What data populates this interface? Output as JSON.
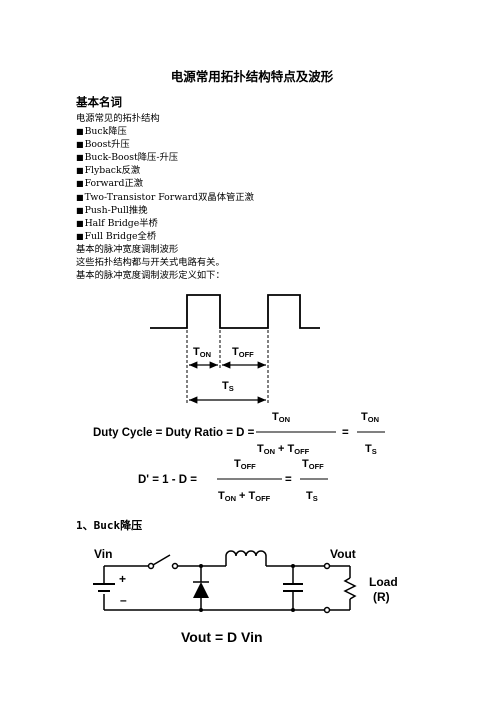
{
  "title": "电源常用拓扑结构特点及波形",
  "section_heading": "基本名词",
  "intro": "电源常见的拓扑结构",
  "topologies": [
    "Buck降压",
    "Boost升压",
    "Buck-Boost降压-升压",
    "Flyback反激",
    "Forward正激",
    "Two-Transistor Forward双晶体管正激",
    "Push-Pull推挽",
    "Half Bridge半桥",
    "Full Bridge全桥"
  ],
  "pwm_lines": [
    "基本的脉冲宽度调制波形",
    "这些拓扑结构都与开关式电路有关。",
    "基本的脉冲宽度调制波形定义如下："
  ],
  "waveform": {
    "t_on": "T",
    "t_on_sub": "ON",
    "t_off": "T",
    "t_off_sub": "OFF",
    "t_s": "T",
    "t_s_sub": "S"
  },
  "duty_formula": {
    "lhs": "Duty Cycle = Duty Ratio = D =",
    "equals": "="
  },
  "d_prime_formula": {
    "lhs": "D' = 1 - D =",
    "equals": "="
  },
  "buck_heading": "1、Buck降压",
  "buck_circuit": {
    "vin": "Vin",
    "vout": "Vout",
    "plus": "+",
    "minus": "–",
    "load": "Load",
    "load_r": "(R)",
    "equation": "Vout = D Vin"
  }
}
